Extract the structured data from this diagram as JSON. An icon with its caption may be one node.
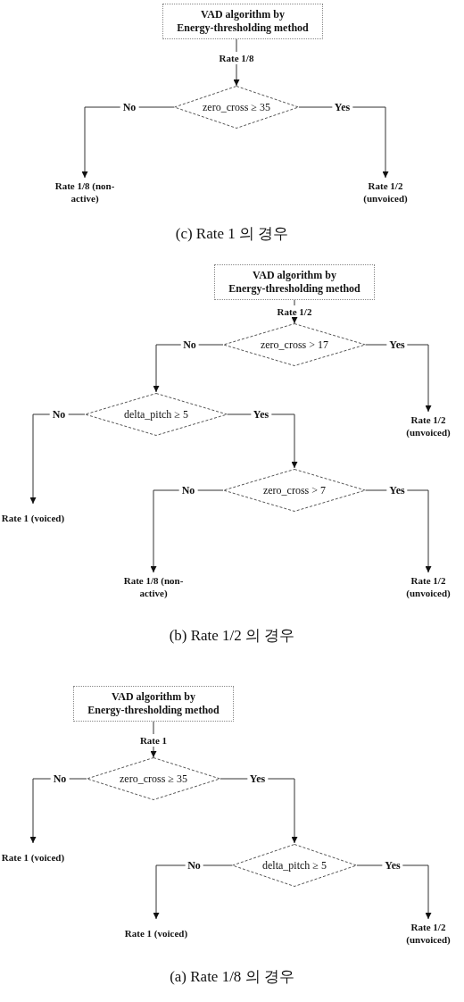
{
  "diagram": {
    "nodes": [
      {
        "text": [
          "VAD algorithm by Energy-thresholding method"
        ]
      },
      {
        "text": [
          "Rate 1/8"
        ]
      },
      {
        "text": [
          "zero_cross ≥ 35"
        ]
      },
      {
        "text": [
          "Rate 1/8 (non-active)"
        ]
      },
      {
        "text": [
          "Rate 1/2 (unvoiced)"
        ]
      },
      {
        "text": [
          "VAD algorithm by Energy-thresholding method"
        ]
      },
      {
        "text": [
          "Rate 1/2"
        ]
      },
      {
        "text": [
          "zero_cross > 17"
        ]
      },
      {
        "text": [
          "delta_pitch ≥ 5"
        ]
      },
      {
        "text": [
          "Rate 1/2 (unvoiced)"
        ]
      },
      {
        "text": [
          "Rate 1 (voiced)"
        ]
      },
      {
        "text": [
          "zero_cross > 7"
        ]
      },
      {
        "text": [
          "Rate 1/8 (non-active)"
        ]
      },
      {
        "text": [
          "Rate 1/2 (unvoiced)"
        ]
      },
      {
        "text": [
          "VAD algorithm by Energy-thresholding method"
        ]
      },
      {
        "text": [
          "Rate 1"
        ]
      },
      {
        "text": [
          "zero_cross ≥ 35"
        ]
      },
      {
        "text": [
          "Rate 1 (voiced)"
        ]
      },
      {
        "text": [
          "delta_pitch ≥ 5"
        ]
      },
      {
        "text": [
          "Rate 1 (voiced)"
        ]
      },
      {
        "text": [
          "Rate 1/2 (unvoiced)"
        ]
      }
    ],
    "edges": [
      {
        "from": 0,
        "to": 1,
        "arrow": "none"
      },
      {
        "from": 1,
        "to": 2,
        "arrow": "to"
      },
      {
        "from": 2,
        "to": 3,
        "arrow": "to",
        "label": "No"
      },
      {
        "from": 2,
        "to": 4,
        "arrow": "to",
        "label": "Yes"
      },
      {
        "from": 5,
        "to": 6,
        "arrow": "none"
      },
      {
        "from": 6,
        "to": 7,
        "arrow": "to"
      },
      {
        "from": 7,
        "to": 8,
        "arrow": "to",
        "label": "No"
      },
      {
        "from": 7,
        "to": 9,
        "arrow": "to",
        "label": "Yes"
      },
      {
        "from": 8,
        "to": 10,
        "arrow": "to",
        "label": "No"
      },
      {
        "from": 8,
        "to": 11,
        "arrow": "to",
        "label": "Yes"
      },
      {
        "from": 11,
        "to": 12,
        "arrow": "to",
        "label": "No"
      },
      {
        "from": 11,
        "to": 13,
        "arrow": "to",
        "label": "Yes"
      },
      {
        "from": 14,
        "to": 15,
        "arrow": "none"
      },
      {
        "from": 15,
        "to": 16,
        "arrow": "to"
      },
      {
        "from": 16,
        "to": 17,
        "arrow": "to",
        "label": "No"
      },
      {
        "from": 16,
        "to": 18,
        "arrow": "to",
        "label": "Yes"
      },
      {
        "from": 18,
        "to": 19,
        "arrow": "to",
        "label": "No"
      },
      {
        "from": 18,
        "to": 20,
        "arrow": "to",
        "label": "Yes"
      }
    ],
    "labels": [
      "(c) Rate 1 의 경우",
      "(b) Rate 1/2 의 경우",
      "(a) Rate 1/8 의 경우"
    ]
  }
}
